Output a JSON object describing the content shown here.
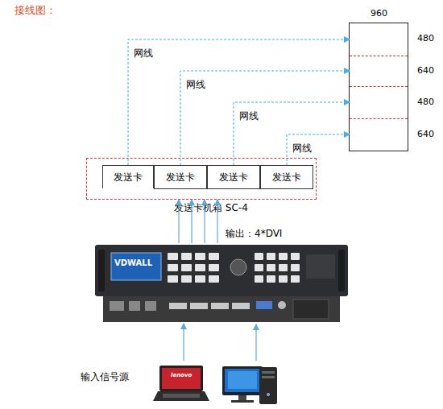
{
  "diagram": {
    "title": "接线图：",
    "nodes": [
      {
        "text": [
          "960"
        ]
      },
      {
        "text": [
          "480"
        ],
        "in": 0
      },
      {
        "text": [
          "640"
        ],
        "in": 0
      },
      {
        "text": [
          "480"
        ],
        "in": 0
      },
      {
        "text": [
          "640"
        ],
        "in": 0
      },
      {
        "text": [
          "发送卡机箱 SC-4"
        ]
      },
      {
        "text": [
          "发送卡"
        ],
        "in": 5
      },
      {
        "text": [
          "发送卡"
        ],
        "in": 5
      },
      {
        "text": [
          "发送卡"
        ],
        "in": 5
      },
      {
        "text": [
          "发送卡"
        ],
        "in": 5
      },
      {
        "text": [
          "VDWALL"
        ]
      },
      {
        "text": [
          "lenovo"
        ]
      }
    ],
    "edges": [
      {
        "from": 6,
        "to": 1,
        "arrow": "to",
        "label": "网线"
      },
      {
        "from": 7,
        "to": 2,
        "arrow": "to",
        "label": "网线"
      },
      {
        "from": 8,
        "to": 3,
        "arrow": "to",
        "label": "网线"
      },
      {
        "from": 9,
        "to": 4,
        "arrow": "to",
        "label": "网线"
      },
      {
        "from": 10,
        "to": 5,
        "arrow": "to"
      },
      {
        "from": 10,
        "to": 5,
        "arrow": "to"
      },
      {
        "from": 10,
        "to": 5,
        "arrow": "to"
      },
      {
        "from": 10,
        "to": 5,
        "arrow": "to",
        "label": "输出：4*DVI"
      },
      {
        "from": 11,
        "to": 10,
        "arrow": "to"
      }
    ],
    "labels": [
      "输入信号源"
    ]
  }
}
